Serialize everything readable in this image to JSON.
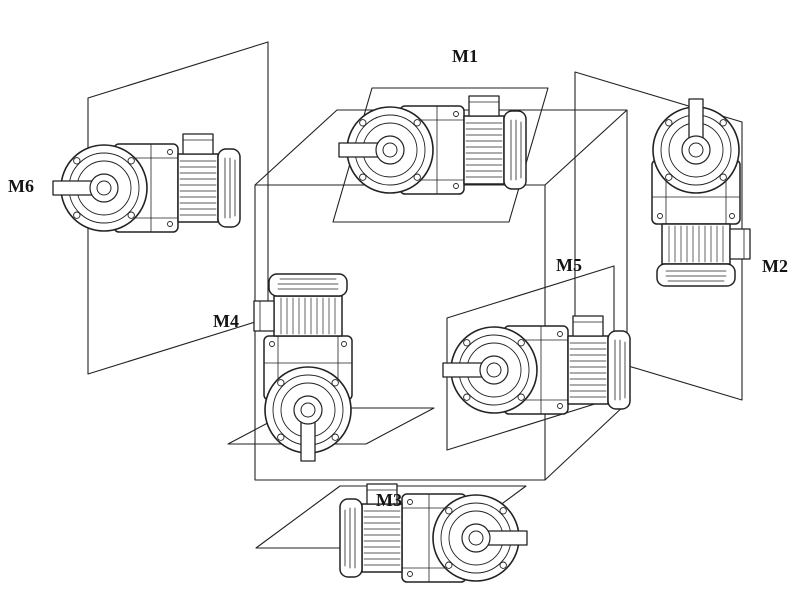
{
  "canvas": {
    "background": "#ffffff",
    "line_color": "#222222",
    "label_color": "#141414"
  },
  "labels": {
    "m1": "M1",
    "m2": "M2",
    "m3": "M3",
    "m4": "M4",
    "m5": "M5",
    "m6": "M6"
  }
}
